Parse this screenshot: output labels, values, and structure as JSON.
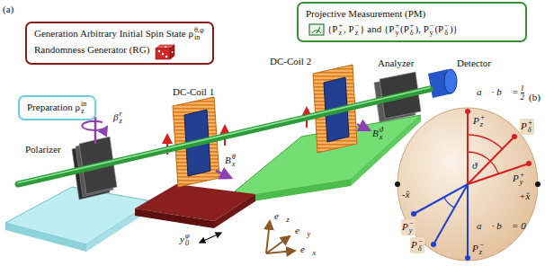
{
  "diagram": {
    "nodes": [
      {
        "text": [
          "Generation Arbitrary Initial Spin State ρ",
          "θ,φ",
          "in",
          "Randomness Generator (RG)"
        ]
      },
      {
        "text": [
          "Projective Measurement (PM)",
          "{P",
          "+",
          "z",
          ", P",
          "−",
          "z",
          "} and {P",
          "+",
          "y",
          "(P",
          "+",
          "δ",
          "), P",
          "−",
          "y",
          "(P",
          "−",
          "δ",
          ")}"
        ]
      },
      {
        "text": [
          "Preparation ρ",
          "in",
          "z"
        ]
      }
    ],
    "labels": [
      "(a)",
      "(b)",
      "Polarizer",
      "β",
      "r",
      "z",
      "DC-Coil 1",
      "B",
      "θ",
      "x",
      "y",
      "φ",
      "0",
      "DC-Coil 2",
      "B",
      "ϑ",
      "x",
      "Analyzer",
      "Detector",
      "e⃗",
      "z",
      "e⃗",
      "y",
      "e⃗",
      "x",
      "P",
      "+",
      "z",
      "a⃗ · b⃗ =",
      "1",
      "2",
      "ϑ",
      "P",
      "+",
      "δ",
      "P",
      "+",
      "y",
      "-x̂",
      "+x̂",
      "P",
      "−",
      "y",
      "P",
      "−",
      "δ",
      "a⃗ · b⃗ = 0",
      "P",
      "−",
      "z"
    ]
  }
}
